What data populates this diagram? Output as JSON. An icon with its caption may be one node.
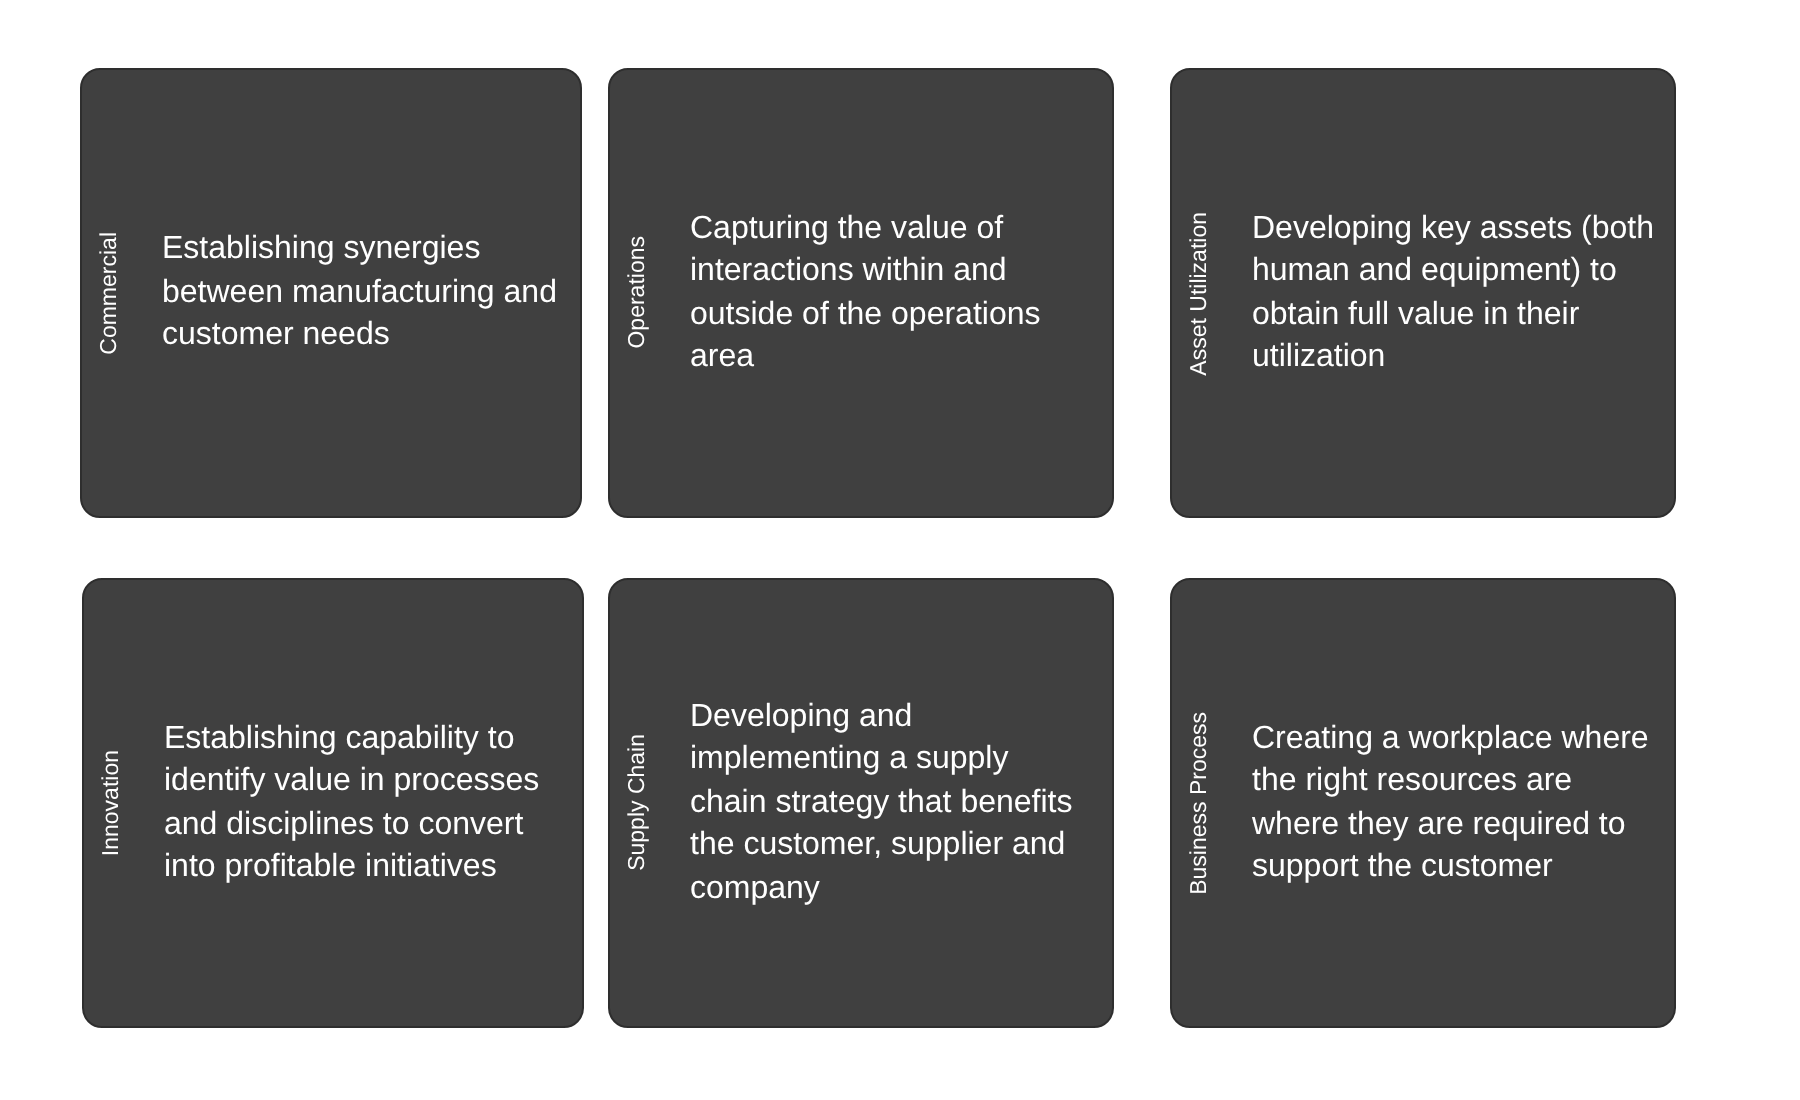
{
  "diagram": {
    "nodes": [
      {
        "text": [
          "Commercial",
          "Establishing synergies between manufacturing and customer needs"
        ]
      },
      {
        "text": [
          "Operations",
          "Capturing the value of interactions within and outside of the operations area"
        ]
      },
      {
        "text": [
          "Asset Utilization",
          "Developing key assets (both human and equipment) to obtain full value in their utilization"
        ]
      },
      {
        "text": [
          "Innovation",
          "Establishing capability to identify value in processes and disciplines to convert into profitable initiatives"
        ]
      },
      {
        "text": [
          "Supply Chain",
          "Developing and implementing a supply chain strategy that benefits the customer, supplier and company"
        ]
      },
      {
        "text": [
          "Business Process",
          "Creating a workplace where the right resources are where they are required to support the customer"
        ]
      }
    ]
  }
}
